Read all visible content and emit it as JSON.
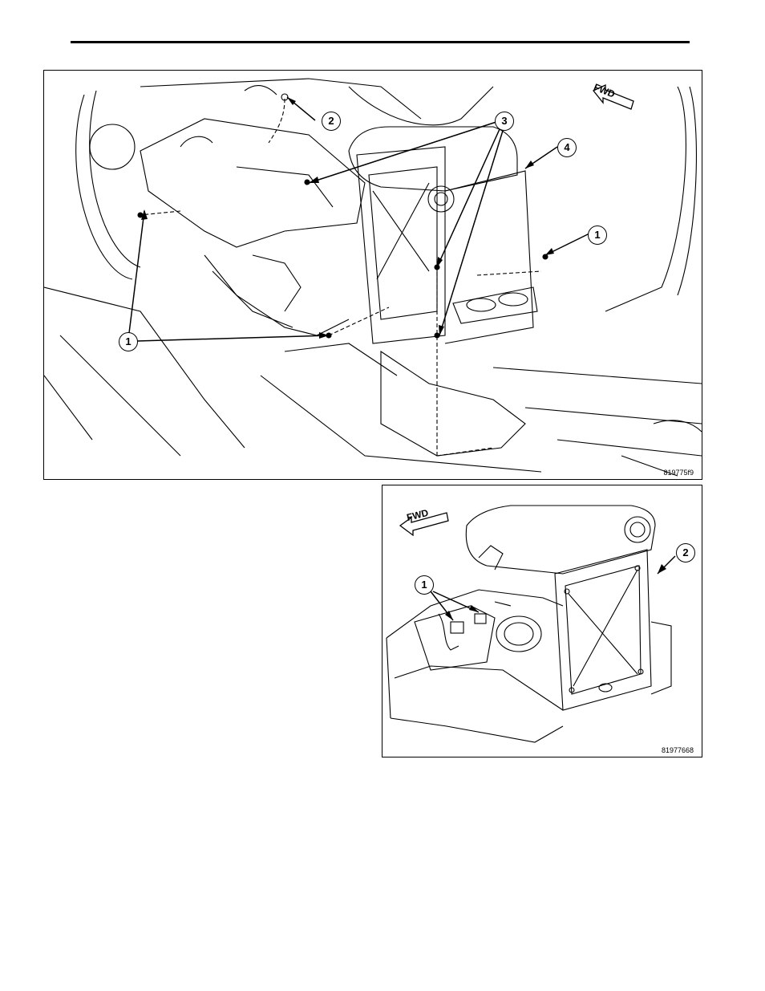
{
  "figures": [
    {
      "id_label": "819775f9",
      "fwd_label": "FWD",
      "callouts": [
        "1",
        "2",
        "3",
        "4",
        "1"
      ]
    },
    {
      "id_label": "81977668",
      "fwd_label": "FWD",
      "callouts": [
        "1",
        "2"
      ]
    }
  ]
}
